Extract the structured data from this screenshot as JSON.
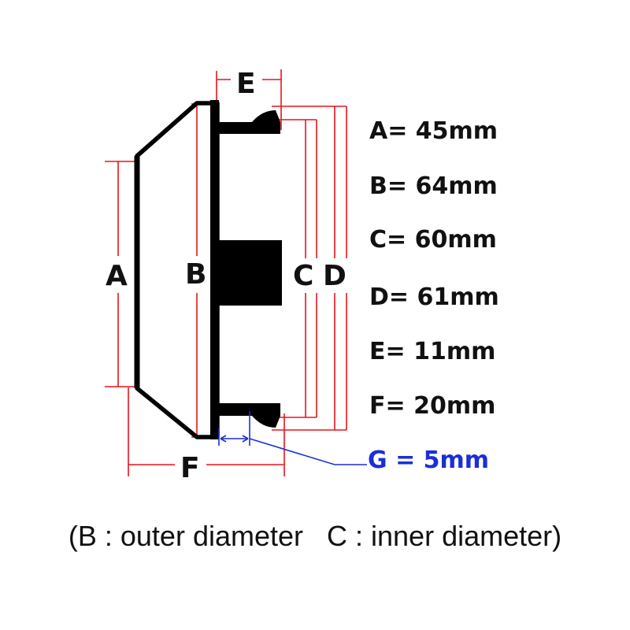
{
  "labels": {
    "A": "A",
    "B": "B",
    "C": "C",
    "D": "D",
    "E": "E",
    "F": "F"
  },
  "specs": [
    "A= 45mm",
    "B= 64mm",
    "C= 60mm",
    "D= 61mm",
    "E= 11mm",
    "F= 20mm"
  ],
  "spec_g": "G = 5mm",
  "caption": "(B : outer diameter   C : inner diameter)",
  "colors": {
    "dimension_line": "#e8141c",
    "highlight": "#1a2fd6",
    "part": "#000000"
  }
}
